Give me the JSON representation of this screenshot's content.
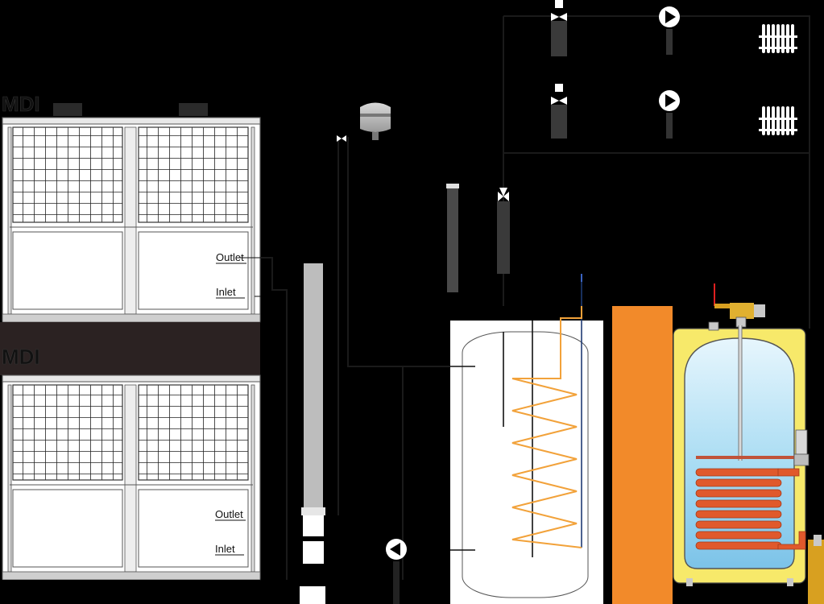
{
  "units": {
    "top_unit_title": "MDI",
    "bottom_unit_title": "MDI",
    "top_outlet_label": "Outlet",
    "top_inlet_label": "Inlet",
    "bottom_outlet_label": "Outlet",
    "bottom_inlet_label": "Inlet"
  },
  "colors": {
    "background": "#000000",
    "heat_pump_panel": "#ffffff",
    "heat_pump_lower": "#2b2222",
    "orange_pipe": "#f28a2a",
    "coil_orange": "#f2a23a",
    "boiler_yellow": "#f7e96a",
    "boiler_water": "#a9dcf3",
    "coil_red": "#e0592c",
    "radiator": "#ffffff"
  },
  "icons": [
    "pump-icon",
    "valve-icon",
    "radiator-icon",
    "expansion-tank-icon"
  ]
}
